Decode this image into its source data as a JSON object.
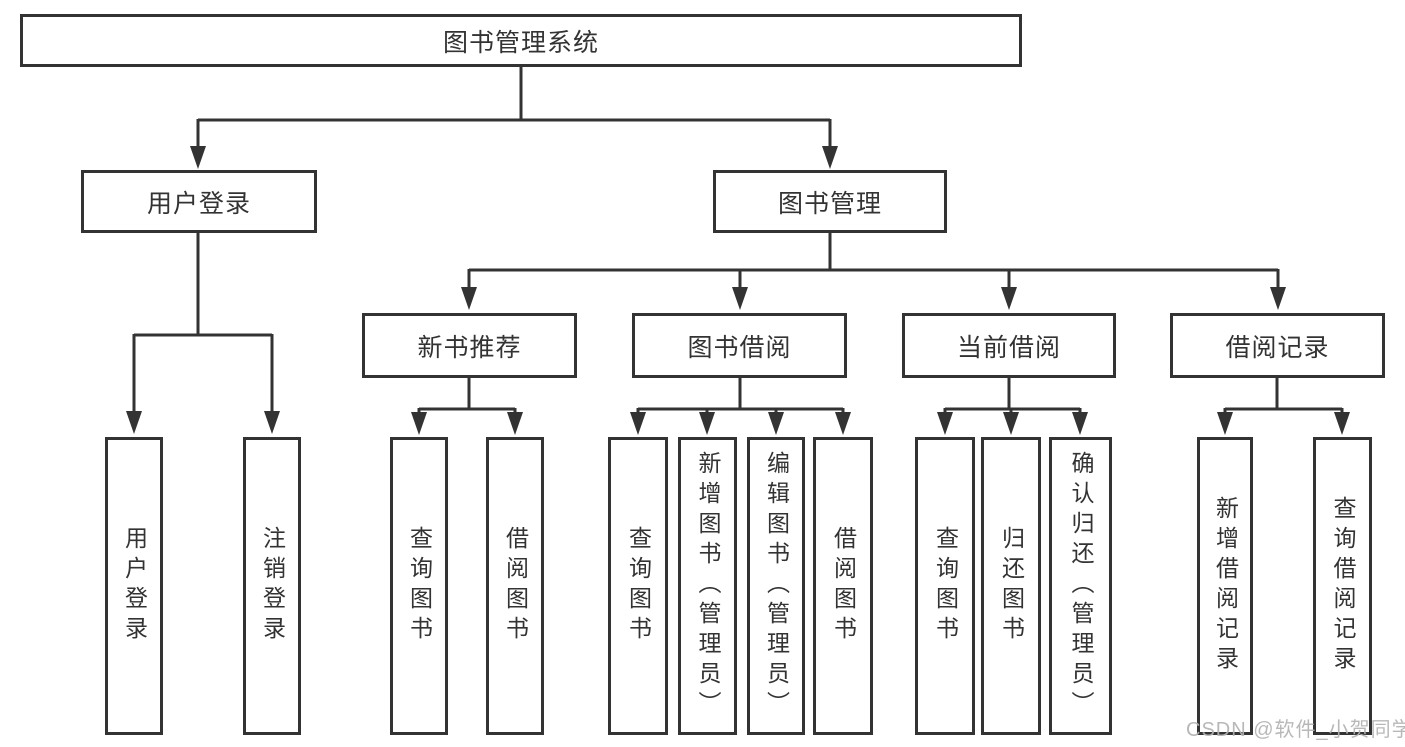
{
  "diagram": {
    "root": "图书管理系统",
    "branches": [
      {
        "label": "用户登录",
        "leaves": [
          "用户登录",
          "注销登录"
        ]
      },
      {
        "label": "图书管理",
        "sections": [
          {
            "label": "新书推荐",
            "leaves": [
              "查询图书",
              "借阅图书"
            ]
          },
          {
            "label": "图书借阅",
            "leaves": [
              "查询图书",
              "新增图书（管理员）",
              "编辑图书（管理员）",
              "借阅图书"
            ]
          },
          {
            "label": "当前借阅",
            "leaves": [
              "查询图书",
              "归还图书",
              "确认归还（管理员）"
            ]
          },
          {
            "label": "借阅记录",
            "leaves": [
              "新增借阅记录",
              "查询借阅记录"
            ]
          }
        ]
      }
    ]
  },
  "watermark": "CSDN @软件_小贺同学",
  "colors": {
    "line": "#333333",
    "text": "#333333",
    "watermark": "#b3b3b3",
    "bg": "#ffffff"
  }
}
